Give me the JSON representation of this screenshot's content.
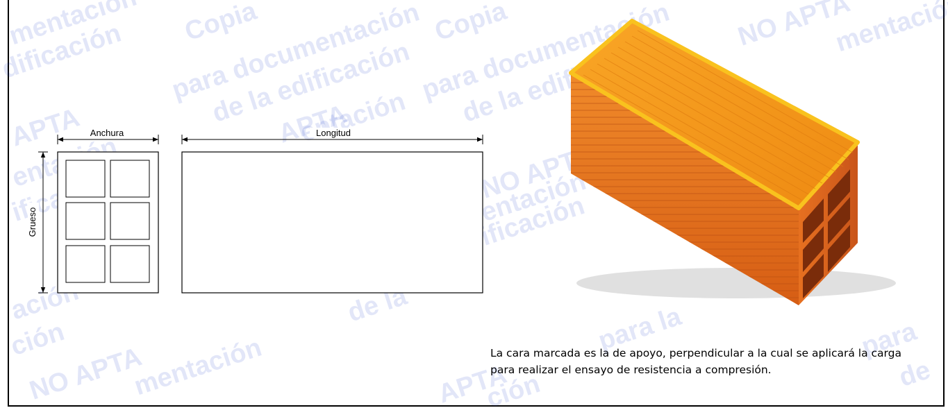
{
  "drawing": {
    "labels": {
      "width": "Anchura",
      "length": "Longitud",
      "thickness": "Grueso"
    }
  },
  "caption": "La cara marcada es la de apoyo, perpendicular a la cual se aplicará la carga para realizar el ensayo de resistencia a compresión.",
  "watermark": [
    "mentación",
    "dificación",
    "Copia",
    "para documentación",
    "de la edificación",
    "Copia",
    "para documentación",
    "de la edificación",
    "NO APTA",
    "mentación",
    "APTA",
    "entación",
    "ificación",
    "APTA",
    "entación",
    "ificación",
    "NO APTA",
    "entación",
    "ción",
    "NO APTA",
    "mentación",
    "ación",
    "para la",
    "de la",
    "APTA",
    "ción",
    "para",
    "de"
  ],
  "colors": {
    "brick_front": "#e8761f",
    "brick_top": "#f7a21a",
    "brick_side": "#d9661a",
    "brick_edge": "#f9c21e",
    "watermark": "#1e3cc8"
  }
}
